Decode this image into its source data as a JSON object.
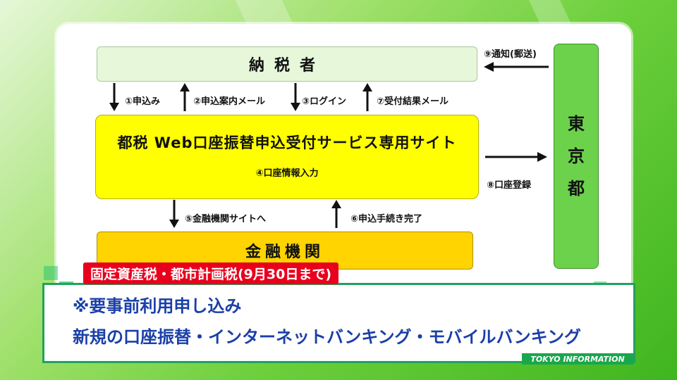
{
  "diagram": {
    "taxpayer": "納税者",
    "site": "都税 Web口座振替申込受付サービス専用サイト",
    "site_sub": "④口座情報入力",
    "bank": "金融機関",
    "tokyo": [
      "東",
      "京",
      "都"
    ],
    "steps": {
      "s1": "①申込み",
      "s2": "②申込案内メール",
      "s3": "③ログイン",
      "s5": "⑤金融機関サイトへ",
      "s6": "⑥申込手続き完了",
      "s7": "⑦受付結果メール",
      "s8": "⑧口座登録",
      "s9": "⑨通知(郵送)"
    }
  },
  "banner": "固定資産税・都市計画税(9月30日まで)",
  "caption": {
    "line1": "※要事前利用申し込み",
    "line2": "新規の口座振替・インターネットバンキング・モバイルバンキング"
  },
  "brand": "TOKYO INFORMATION",
  "colors": {
    "banner_bg": "#e8001c",
    "caption_text": "#1a3fa8",
    "site_box": "#ffff00",
    "bank_box": "#ffd400",
    "tokyo_box": "#6cd24b",
    "taxpayer_box": "#e6f7da"
  }
}
